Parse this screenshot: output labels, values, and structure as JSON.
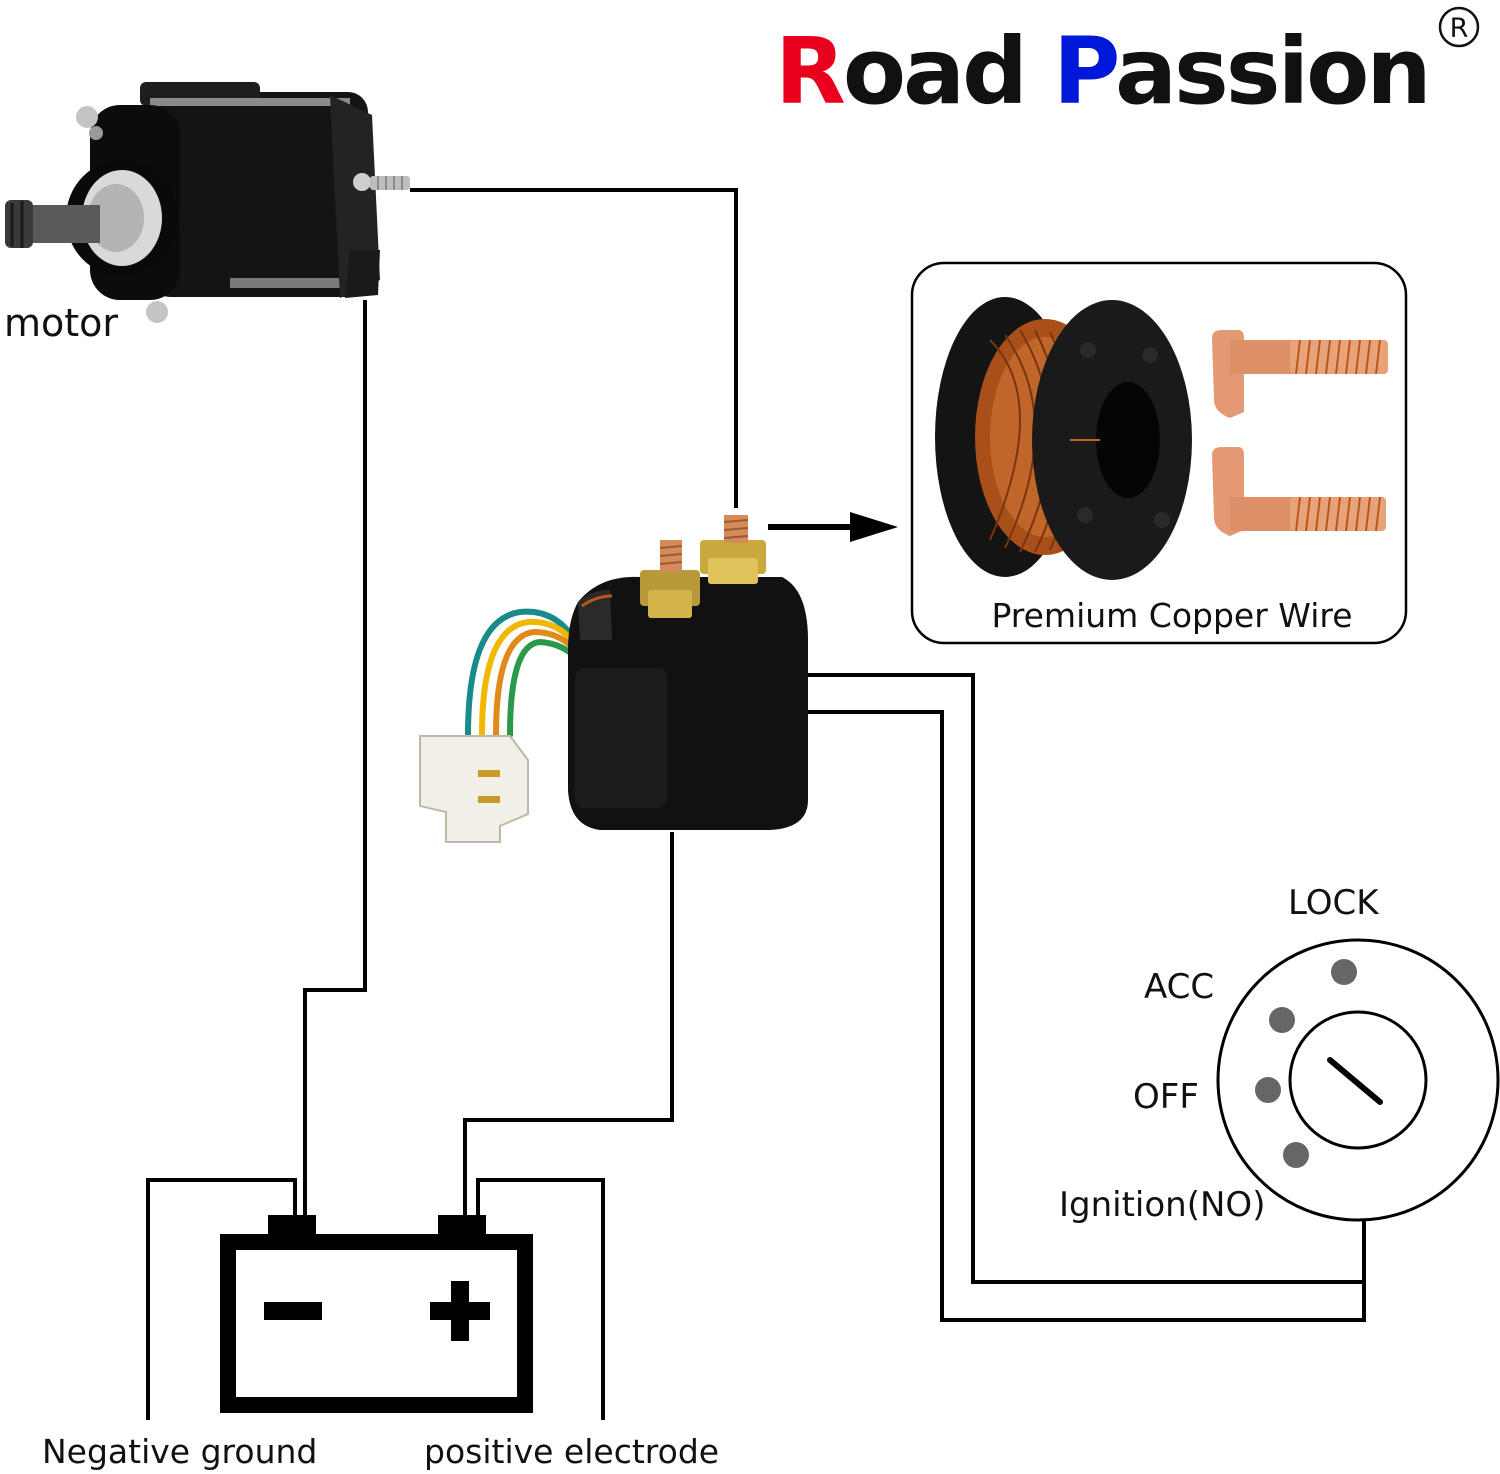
{
  "brand": {
    "word1_initial": "R",
    "word1_rest": "oad",
    "word2_initial": "P",
    "word2_rest": "assion",
    "registered_mark": "R",
    "colors": {
      "r": "#e8001c",
      "p": "#0018d8",
      "rest": "#111111"
    }
  },
  "labels": {
    "motor": "motor",
    "copper_wire": "Premium Copper Wire",
    "lock": "LOCK",
    "acc": "ACC",
    "off": "OFF",
    "ignition": "Ignition(NO)",
    "negative": "Negative ground",
    "positive": "positive electrode"
  },
  "battery": {
    "minus": "−",
    "plus": "+"
  },
  "icons": {
    "motor": "starter-motor-icon",
    "relay": "solenoid-relay-icon",
    "spool": "copper-coil-spool-icon",
    "bolts": "copper-bolts-icon",
    "battery": "battery-icon",
    "switch": "ignition-switch-icon"
  },
  "colors": {
    "wire": "#000000",
    "copper": "#b8561c",
    "copper_light": "#e8a27a",
    "dot": "#6a6a6a"
  }
}
